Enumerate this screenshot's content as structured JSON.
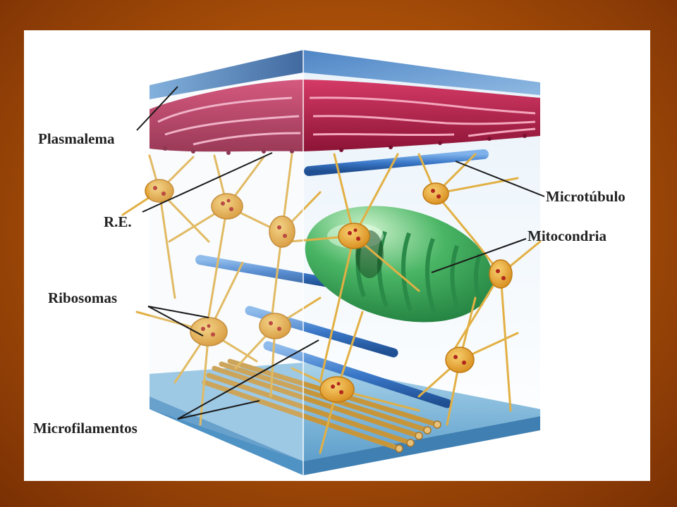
{
  "labels": {
    "plasmalema": "Plasmalema",
    "re": "R.E.",
    "ribosomas": "Ribosomas",
    "microfilamentos": "Microfilamentos",
    "microtubulo": "Microtúbulo",
    "mitocondria": "Mitocondria"
  },
  "colors": {
    "background": "#a44c08",
    "membrane_top": "#3f7cc4",
    "endoplasmic_reticulum": "#b51e4a",
    "microtubule": "#3a78c8",
    "mitochondrion": "#3fae5c",
    "ribosome_cell": "#e8a72c",
    "microfilament": "#c89a3a",
    "floor": "#7ab8d8"
  }
}
